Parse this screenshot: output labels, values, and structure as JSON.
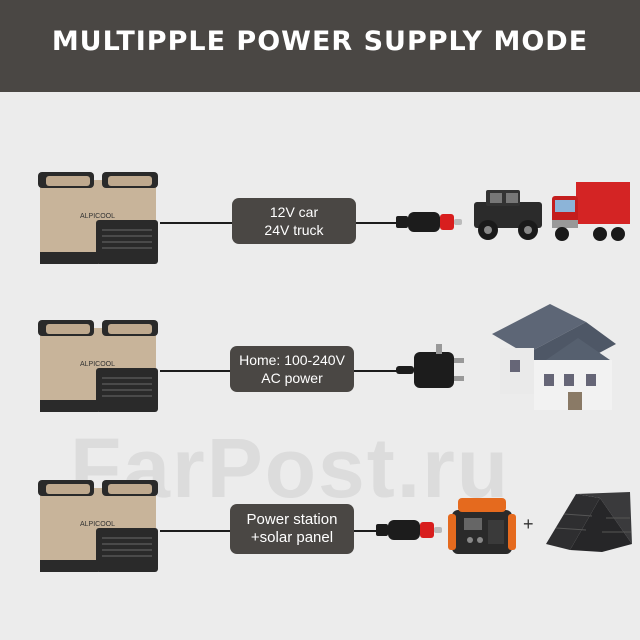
{
  "header": {
    "title": "MULTIPPLE POWER SUPPLY MODE"
  },
  "brand": "ALPICOOL",
  "watermark": "FarPost.ru",
  "rows": [
    {
      "label_line1": "12V car",
      "label_line2": "24V truck",
      "plug": "car-plug-icon",
      "targets": [
        "jeep-icon",
        "truck-icon"
      ]
    },
    {
      "label_line1": "Home: 100-240V",
      "label_line2": "AC power",
      "plug": "ac-plug-icon",
      "targets": [
        "house-icon"
      ]
    },
    {
      "label_line1": "Power station",
      "label_line2": "+solar panel",
      "plug": "car-plug-icon",
      "targets": [
        "power-station-icon",
        "solar-panel-icon"
      ]
    }
  ],
  "plus": "+",
  "colors": {
    "header_bg": "#4a4744",
    "label_bg": "#4a4744",
    "fridge_body": "#c8b49a",
    "fridge_dark": "#2a2a2a",
    "accent_red": "#d81e1e",
    "orange": "#e56a1e"
  }
}
